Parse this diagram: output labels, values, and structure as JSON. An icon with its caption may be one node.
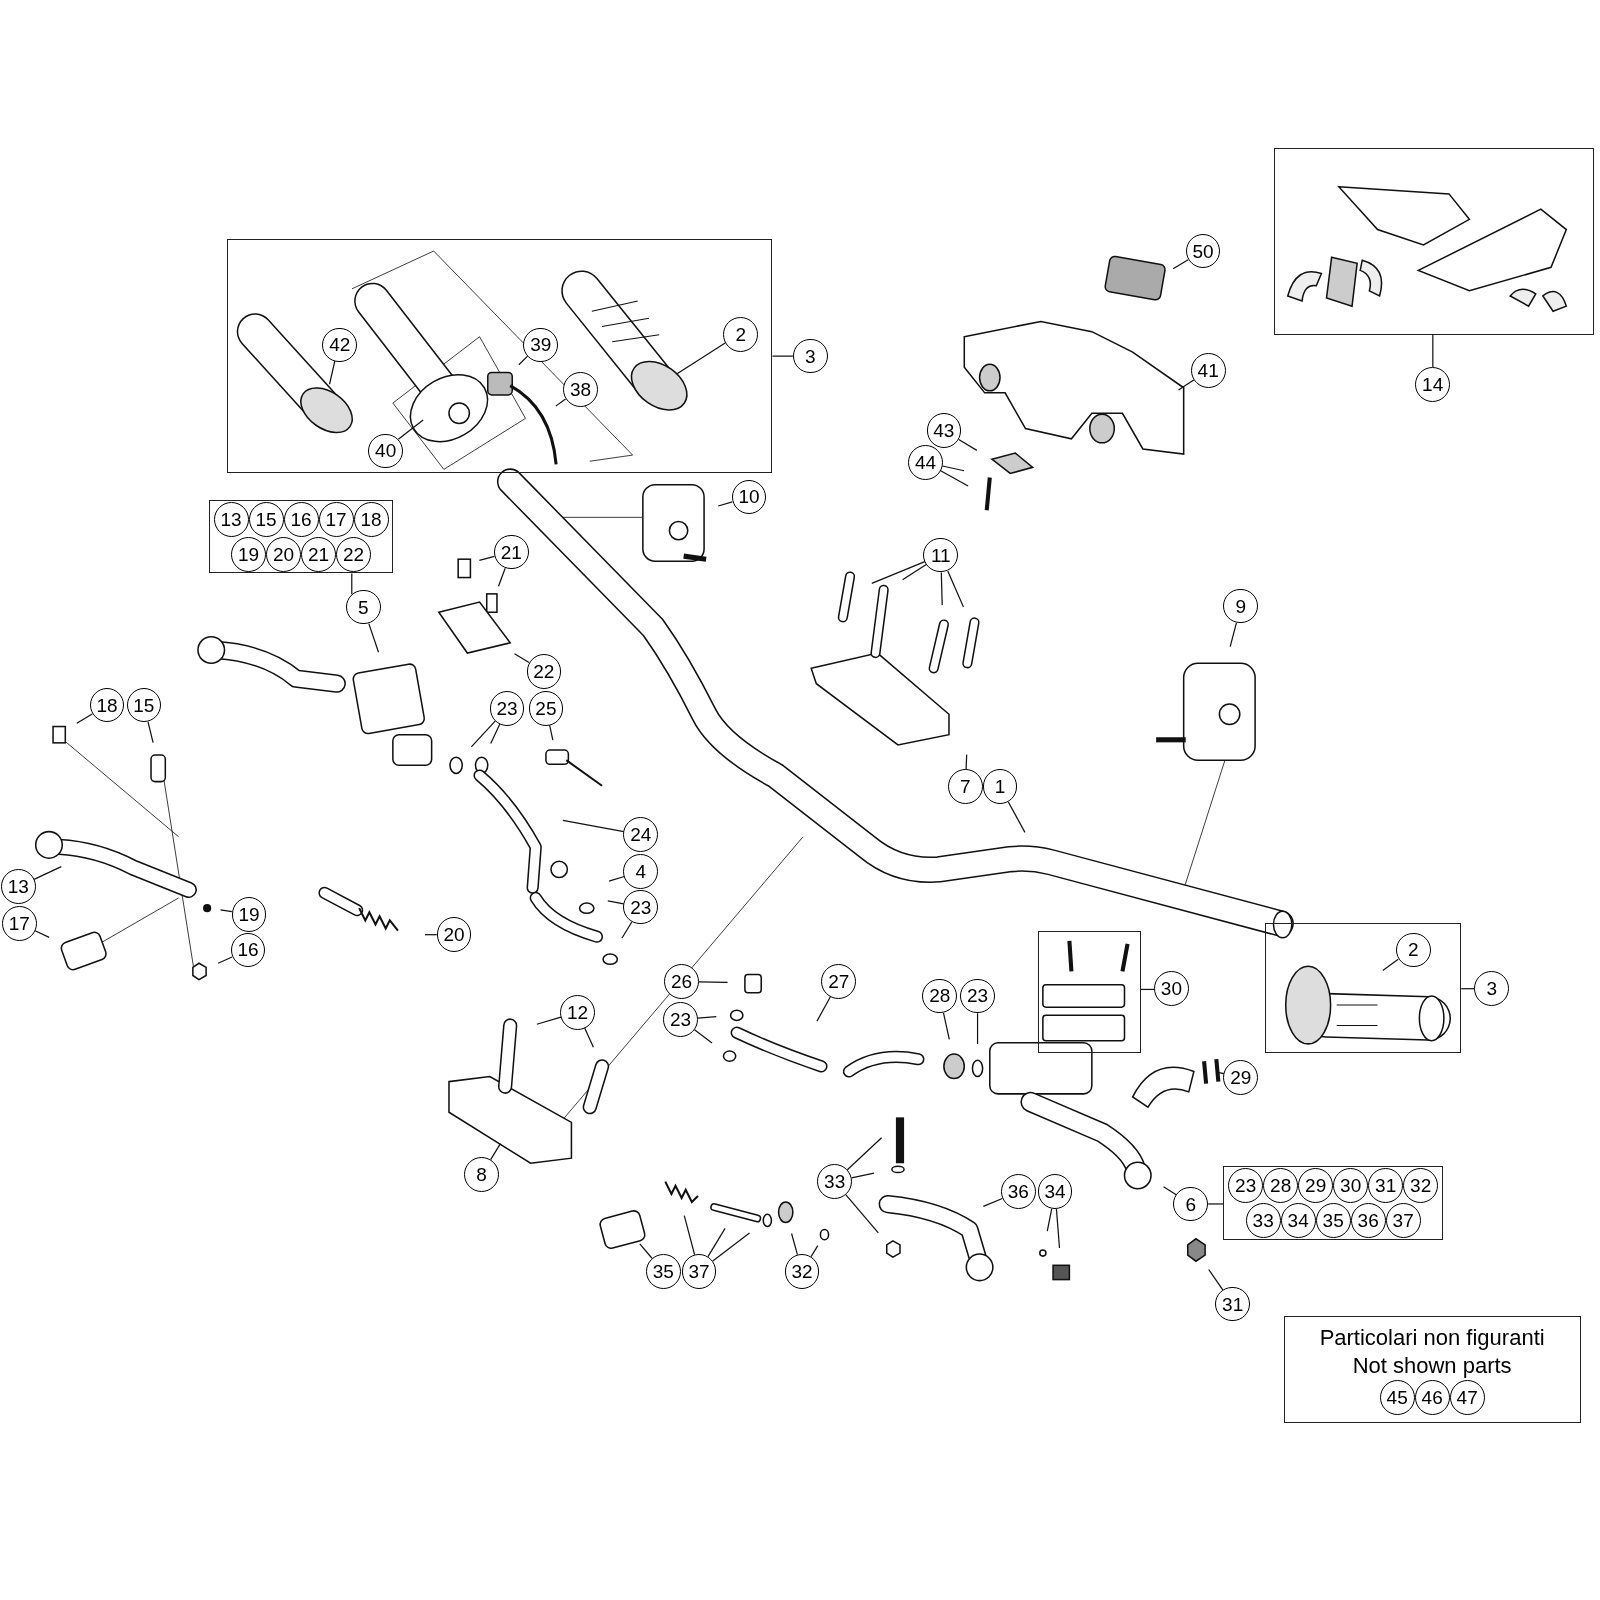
{
  "diagram": {
    "nodes": [
      {
        "text": [],
        "shape": "box"
      },
      {
        "text": [],
        "shape": "box"
      },
      {
        "text": [
          "42"
        ],
        "in": 1
      },
      {
        "text": [
          "39"
        ],
        "in": 1
      },
      {
        "text": [
          "2"
        ],
        "in": 1
      },
      {
        "text": [
          "38"
        ],
        "in": 1
      },
      {
        "text": [
          "40"
        ],
        "in": 1
      },
      {
        "text": [
          "3"
        ]
      },
      {
        "text": [
          "50"
        ]
      },
      {
        "text": [
          "41"
        ]
      },
      {
        "text": [
          "14"
        ]
      },
      {
        "text": [
          "43"
        ]
      },
      {
        "text": [
          "44"
        ]
      },
      {
        "text": [
          "10"
        ]
      },
      {
        "text": [
          "13",
          "15",
          "16",
          "17",
          "18",
          "19",
          "20",
          "21",
          "22"
        ]
      },
      {
        "text": [
          "21"
        ]
      },
      {
        "text": [
          "5"
        ]
      },
      {
        "text": [
          "11"
        ]
      },
      {
        "text": [
          "9"
        ]
      },
      {
        "text": [
          "22"
        ]
      },
      {
        "text": [
          "18"
        ]
      },
      {
        "text": [
          "15"
        ]
      },
      {
        "text": [
          "23"
        ]
      },
      {
        "text": [
          "25"
        ]
      },
      {
        "text": [
          "7"
        ]
      },
      {
        "text": [
          "1"
        ]
      },
      {
        "text": [
          "24"
        ]
      },
      {
        "text": [
          "4"
        ]
      },
      {
        "text": [
          "13"
        ]
      },
      {
        "text": [
          "23"
        ]
      },
      {
        "text": [
          "19"
        ]
      },
      {
        "text": [
          "20"
        ]
      },
      {
        "text": [
          "17"
        ]
      },
      {
        "text": [
          "16"
        ]
      },
      {
        "text": [],
        "shape": "box"
      },
      {
        "text": [
          "2"
        ],
        "in": 34
      },
      {
        "text": [
          "3"
        ]
      },
      {
        "text": [],
        "shape": "box"
      },
      {
        "text": [
          "30"
        ]
      },
      {
        "text": [
          "26"
        ]
      },
      {
        "text": [
          "27"
        ]
      },
      {
        "text": [
          "28"
        ]
      },
      {
        "text": [
          "23"
        ]
      },
      {
        "text": [
          "12"
        ]
      },
      {
        "text": [
          "23"
        ]
      },
      {
        "text": [
          "29"
        ]
      },
      {
        "text": [
          "8"
        ]
      },
      {
        "text": [
          "33"
        ]
      },
      {
        "text": [
          "36"
        ]
      },
      {
        "text": [
          "34"
        ]
      },
      {
        "text": [
          "6"
        ]
      },
      {
        "text": [
          "23",
          "28",
          "29",
          "30",
          "31",
          "32",
          "33",
          "34",
          "35",
          "36",
          "37"
        ]
      },
      {
        "text": [
          "35"
        ]
      },
      {
        "text": [
          "37"
        ]
      },
      {
        "text": [
          "32"
        ]
      },
      {
        "text": [
          "31"
        ]
      },
      {
        "text": [
          "Particolari non figuranti",
          "Not shown parts",
          "45",
          "46",
          "47"
        ]
      }
    ],
    "edges": [
      {
        "from": 2,
        "to": null,
        "arrow": "none"
      },
      {
        "from": 3,
        "to": null,
        "arrow": "none"
      },
      {
        "from": 4,
        "to": null,
        "arrow": "none"
      },
      {
        "from": 5,
        "to": null,
        "arrow": "none"
      },
      {
        "from": 6,
        "to": null,
        "arrow": "none"
      },
      {
        "from": 7,
        "to": 1,
        "arrow": "none"
      },
      {
        "from": 8,
        "to": null,
        "arrow": "none"
      },
      {
        "from": 9,
        "to": null,
        "arrow": "none"
      },
      {
        "from": 10,
        "to": 0,
        "arrow": "none"
      },
      {
        "from": 11,
        "to": null,
        "arrow": "none"
      },
      {
        "from": 12,
        "to": null,
        "arrow": "none"
      },
      {
        "from": 12,
        "to": null,
        "arrow": "none"
      },
      {
        "from": 13,
        "to": null,
        "arrow": "none"
      },
      {
        "from": 16,
        "to": 14,
        "arrow": "none"
      },
      {
        "from": 15,
        "to": null,
        "arrow": "none"
      },
      {
        "from": 15,
        "to": null,
        "arrow": "none"
      },
      {
        "from": 16,
        "to": null,
        "arrow": "none"
      },
      {
        "from": 17,
        "to": null,
        "arrow": "none"
      },
      {
        "from": 17,
        "to": null,
        "arrow": "none"
      },
      {
        "from": 17,
        "to": null,
        "arrow": "none"
      },
      {
        "from": 17,
        "to": null,
        "arrow": "none"
      },
      {
        "from": 18,
        "to": null,
        "arrow": "none"
      },
      {
        "from": 19,
        "to": null,
        "arrow": "none"
      },
      {
        "from": 20,
        "to": null,
        "arrow": "none"
      },
      {
        "from": 21,
        "to": null,
        "arrow": "none"
      },
      {
        "from": 22,
        "to": null,
        "arrow": "none"
      },
      {
        "from": 22,
        "to": null,
        "arrow": "none"
      },
      {
        "from": 23,
        "to": null,
        "arrow": "none"
      },
      {
        "from": 24,
        "to": null,
        "arrow": "none"
      },
      {
        "from": 25,
        "to": null,
        "arrow": "none"
      },
      {
        "from": 26,
        "to": null,
        "arrow": "none"
      },
      {
        "from": 27,
        "to": null,
        "arrow": "none"
      },
      {
        "from": 29,
        "to": null,
        "arrow": "none"
      },
      {
        "from": 29,
        "to": null,
        "arrow": "none"
      },
      {
        "from": 28,
        "to": null,
        "arrow": "none"
      },
      {
        "from": 30,
        "to": null,
        "arrow": "none"
      },
      {
        "from": 31,
        "to": null,
        "arrow": "none"
      },
      {
        "from": 32,
        "to": null,
        "arrow": "none"
      },
      {
        "from": 33,
        "to": null,
        "arrow": "none"
      },
      {
        "from": 36,
        "to": 34,
        "arrow": "none"
      },
      {
        "from": 35,
        "to": null,
        "arrow": "none"
      },
      {
        "from": 38,
        "to": 37,
        "arrow": "none"
      },
      {
        "from": 39,
        "to": null,
        "arrow": "none"
      },
      {
        "from": 40,
        "to": null,
        "arrow": "none"
      },
      {
        "from": 41,
        "to": null,
        "arrow": "none"
      },
      {
        "from": 42,
        "to": null,
        "arrow": "none"
      },
      {
        "from": 44,
        "to": null,
        "arrow": "none"
      },
      {
        "from": 44,
        "to": null,
        "arrow": "none"
      },
      {
        "from": 43,
        "to": null,
        "arrow": "none"
      },
      {
        "from": 43,
        "to": null,
        "arrow": "none"
      },
      {
        "from": 45,
        "to": null,
        "arrow": "none"
      },
      {
        "from": 46,
        "to": null,
        "arrow": "none"
      },
      {
        "from": 47,
        "to": null,
        "arrow": "none"
      },
      {
        "from": 47,
        "to": null,
        "arrow": "none"
      },
      {
        "from": 47,
        "to": null,
        "arrow": "none"
      },
      {
        "from": 48,
        "to": null,
        "arrow": "none"
      },
      {
        "from": 49,
        "to": null,
        "arrow": "none"
      },
      {
        "from": 49,
        "to": null,
        "arrow": "none"
      },
      {
        "from": 50,
        "to": 51,
        "arrow": "none"
      },
      {
        "from": 50,
        "to": null,
        "arrow": "none"
      },
      {
        "from": 52,
        "to": null,
        "arrow": "none"
      },
      {
        "from": 53,
        "to": null,
        "arrow": "none"
      },
      {
        "from": 53,
        "to": null,
        "arrow": "none"
      },
      {
        "from": 53,
        "to": null,
        "arrow": "none"
      },
      {
        "from": 54,
        "to": null,
        "arrow": "none"
      },
      {
        "from": 54,
        "to": null,
        "arrow": "none"
      },
      {
        "from": 55,
        "to": null,
        "arrow": "none"
      }
    ]
  }
}
